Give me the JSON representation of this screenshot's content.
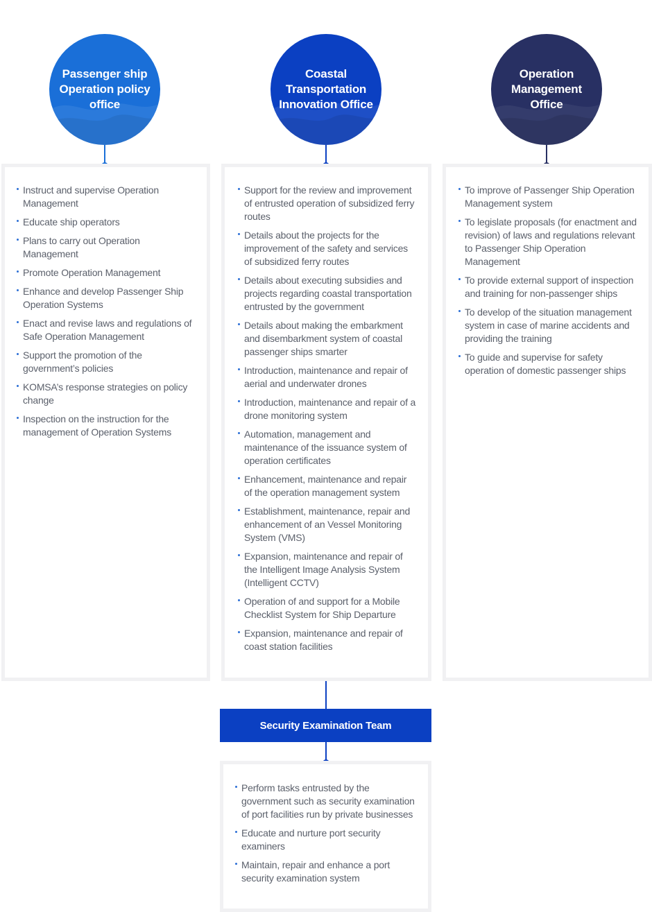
{
  "offices": [
    {
      "title": "Passenger ship Operation policy office",
      "color": "#1a6fd8",
      "duties": [
        "Instruct and supervise Operation Management",
        "Educate ship operators",
        "Plans to carry out Operation Management",
        "Promote Operation Management",
        "Enhance and develop Passenger Ship Operation Systems",
        "Enact and revise laws and regulations of Safe Operation Management",
        "Support the promotion of the government’s policies",
        "KOMSA’s response strategies on policy change",
        "Inspection on the instruction for the management of Operation Systems"
      ]
    },
    {
      "title": "Coastal Transportation Innovation Office",
      "color": "#0b40c2",
      "duties": [
        "Support for the review and improvement of entrusted operation of subsidized ferry routes",
        "Details about the projects for the improvement of the safety and services of subsidized ferry routes",
        "Details about executing subsidies and projects regarding coastal transportation entrusted by the government",
        "Details about making the embarkment and disembarkment system of coastal passenger ships smarter",
        "Introduction, maintenance and repair of aerial and underwater drones",
        "Introduction, maintenance and repair of a drone monitoring system",
        "Automation, management and maintenance of the issuance system of operation certificates",
        "Enhancement, maintenance and repair of the operation management system",
        "Establishment, maintenance, repair and enhancement of an Vessel Monitoring System (VMS)",
        "Expansion, maintenance and repair of the Intelligent Image Analysis System (Intelligent CCTV)",
        "Operation of and support for a Mobile Checklist System for Ship Departure",
        "Expansion, maintenance and repair of coast station facilities"
      ]
    },
    {
      "title": "Operation Management Office",
      "color": "#283063",
      "duties": [
        "To improve of Passenger Ship Operation Management system",
        "To legislate proposals (for enactment and revision) of laws and regulations relevant to Passenger Ship Operation Management",
        "To provide external support of inspection and training for non-passenger ships",
        "To develop of the situation management system in case of marine accidents and providing the training",
        "To guide and supervise for safety operation of domestic passenger ships"
      ]
    }
  ],
  "team": {
    "title": "Security Examination Team",
    "color": "#0b40c2",
    "duties": [
      "Perform tasks entrusted by the government such as security examination of port facilities run by private businesses",
      "Educate and nurture port security examiners",
      "Maintain, repair and enhance a port security examination system"
    ]
  }
}
